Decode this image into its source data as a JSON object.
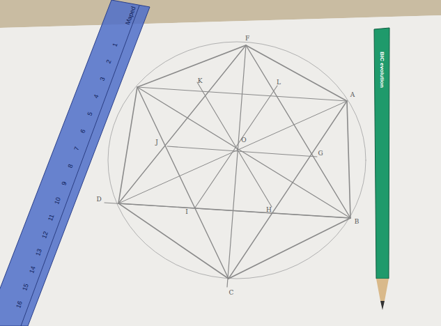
{
  "diagram": {
    "labels": [
      "F",
      "K",
      "L",
      "A",
      "J",
      "O",
      "G",
      "D",
      "I",
      "H",
      "B",
      "C",
      "Maped",
      "1",
      "2",
      "3",
      "4",
      "5",
      "6",
      "7",
      "8",
      "9",
      "10",
      "11",
      "12",
      "13",
      "14",
      "15",
      "16",
      "BIC evolution"
    ]
  }
}
